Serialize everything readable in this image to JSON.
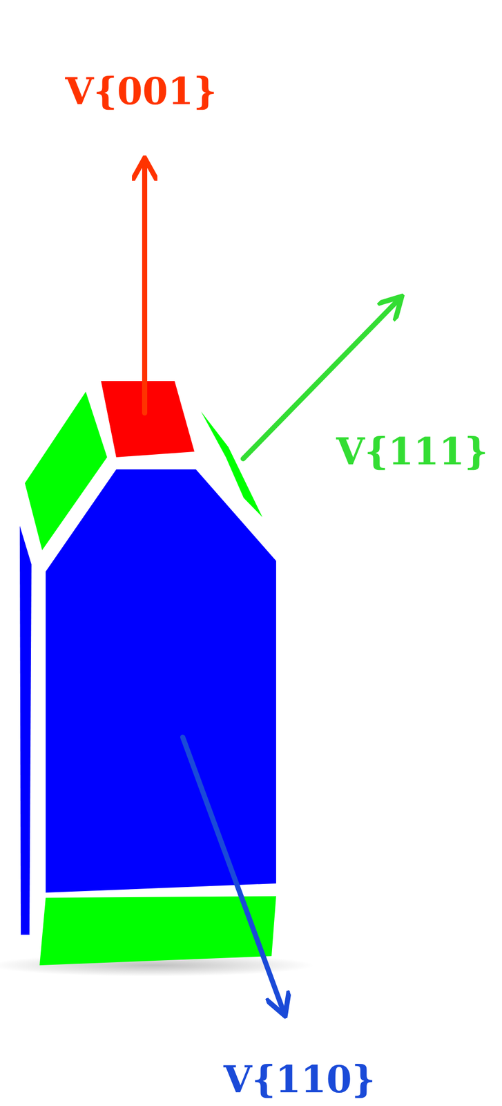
{
  "diagram": {
    "labels": [
      "V{001}",
      "V{111}",
      "V{110}"
    ]
  }
}
